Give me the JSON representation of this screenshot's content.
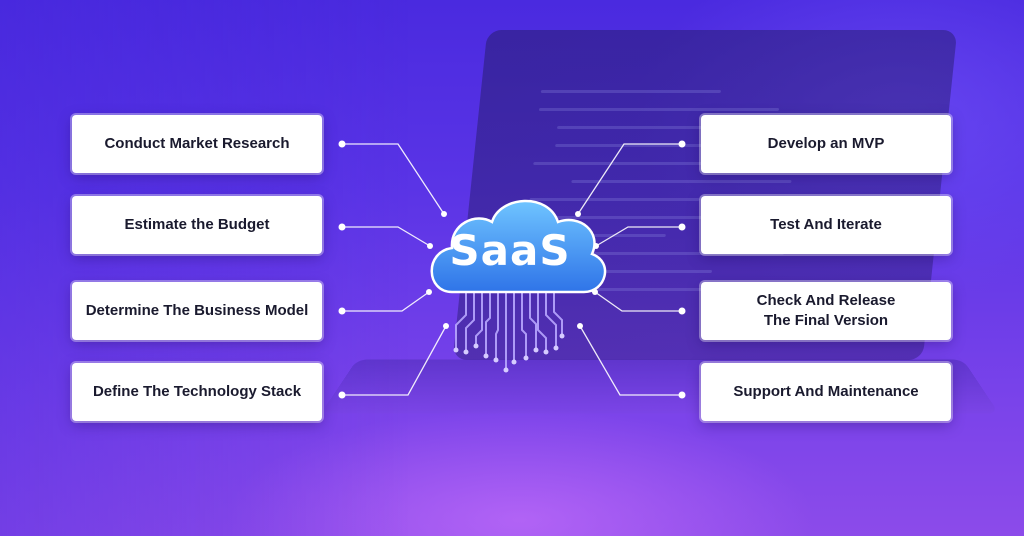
{
  "center": {
    "label": "SaaS"
  },
  "left_steps": [
    "Conduct Market Research",
    "Estimate the Budget",
    "Determine The Business Model",
    "Define The Technology Stack"
  ],
  "right_steps": [
    "Develop an MVP",
    "Test And Iterate",
    "Check And Release\nThe Final Version",
    "Support And Maintenance"
  ],
  "colors": {
    "background": "#5a2fe0",
    "cloud_top": "#6fc4ff",
    "cloud_bottom": "#2f74e8",
    "connector": "#ffffff",
    "box": "#ffffff",
    "box_text": "#1a1a2e"
  }
}
